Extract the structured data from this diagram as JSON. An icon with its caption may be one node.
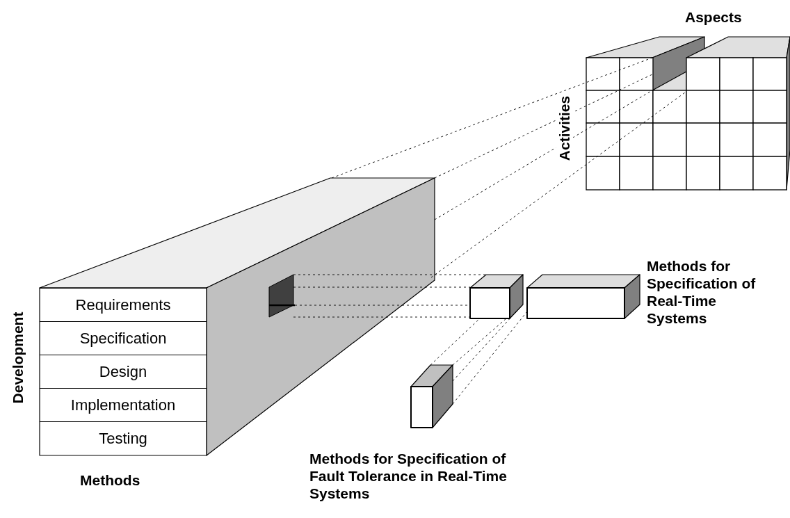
{
  "diagram": {
    "nodes": [
      {
        "text": [],
        "shape": "box"
      },
      {
        "text": [
          "Requirements"
        ]
      },
      {
        "text": [
          "Specification"
        ]
      },
      {
        "text": [
          "Design"
        ]
      },
      {
        "text": [
          "Implementation"
        ]
      },
      {
        "text": [
          "Testing"
        ]
      },
      {
        "text": [],
        "shape": "box",
        "in": 0
      },
      {
        "text": [],
        "shape": "box",
        "beside": [
          "Aspects"
        ]
      },
      {
        "text": [],
        "shape": "box"
      },
      {
        "text": [],
        "shape": "box",
        "beside": [
          "Methods for Specification of Real-Time Systems"
        ]
      },
      {
        "text": [],
        "shape": "box",
        "beside": [
          "Methods for Specification of Fault Tolerance in Real-Time Systems"
        ]
      }
    ],
    "edges": [
      {
        "from": 0,
        "to": 7,
        "arrow": "none",
        "style": "dashed"
      },
      {
        "from": 0,
        "to": 7,
        "arrow": "none",
        "style": "dashed"
      },
      {
        "from": 0,
        "to": 7,
        "arrow": "none",
        "style": "dashed"
      },
      {
        "from": 0,
        "to": 7,
        "arrow": "none",
        "style": "dashed"
      },
      {
        "from": 6,
        "to": 8,
        "arrow": "none",
        "style": "dashed"
      },
      {
        "from": 6,
        "to": 8,
        "arrow": "none",
        "style": "dashed"
      },
      {
        "from": 6,
        "to": 8,
        "arrow": "none",
        "style": "dashed"
      },
      {
        "from": 6,
        "to": 8,
        "arrow": "none",
        "style": "dashed"
      },
      {
        "from": 10,
        "to": 8,
        "arrow": "none",
        "style": "dashed"
      },
      {
        "from": 10,
        "to": 8,
        "arrow": "none",
        "style": "dashed"
      },
      {
        "from": 10,
        "to": 8,
        "arrow": "none",
        "style": "dashed"
      },
      {
        "from": 10,
        "to": 9,
        "arrow": "none",
        "style": "dashed"
      }
    ],
    "labels": [
      "Activities",
      "Development",
      "Methods"
    ]
  }
}
